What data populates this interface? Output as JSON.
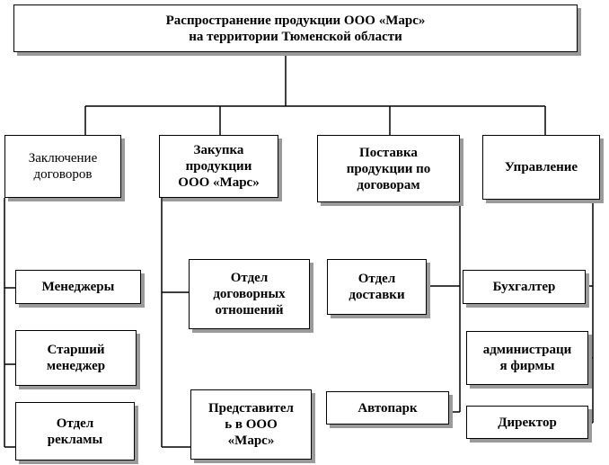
{
  "title": "Распространение продукции ООО «Марс»\nна территории Тюменской области",
  "categories": [
    {
      "id": "contracts",
      "label": "Заключение\nдоговоров"
    },
    {
      "id": "purchase",
      "label": "Закупка\nпродукции\nООО «Марс»"
    },
    {
      "id": "delivery",
      "label": "Поставка\nпродукции по\nдоговорам"
    },
    {
      "id": "management",
      "label": "Управление"
    }
  ],
  "items": {
    "contracts": [
      "Менеджеры",
      "Старший\nменеджер",
      "Отдел\nрекламы"
    ],
    "purchase": [
      "Отдел\nдоговорных\nотношений",
      "Представител\nь в ООО\n«Марс»"
    ],
    "delivery": [
      "Отдел\nдоставки",
      "Автопарк"
    ],
    "management": [
      "Бухгалтер",
      "администраци\nя фирмы",
      "Директор"
    ]
  },
  "colors": {
    "line": "#000000",
    "shadow": "#9a9a9a",
    "background": "#ffffff"
  }
}
